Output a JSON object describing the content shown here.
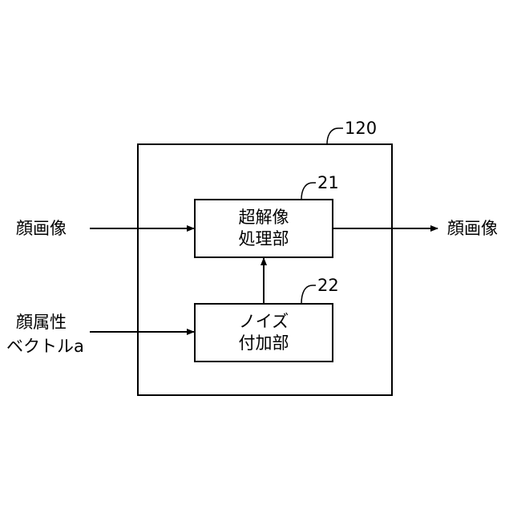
{
  "outer_block": {
    "ref": "120"
  },
  "block_21": {
    "ref": "21",
    "line1": "超解像",
    "line2": "処理部"
  },
  "block_22": {
    "ref": "22",
    "line1": "ノイズ",
    "line2": "付加部"
  },
  "input_face_image": "顔画像",
  "output_face_image": "顔画像",
  "input_attribute": {
    "line1": "顔属性",
    "line2": "ベクトルa"
  }
}
